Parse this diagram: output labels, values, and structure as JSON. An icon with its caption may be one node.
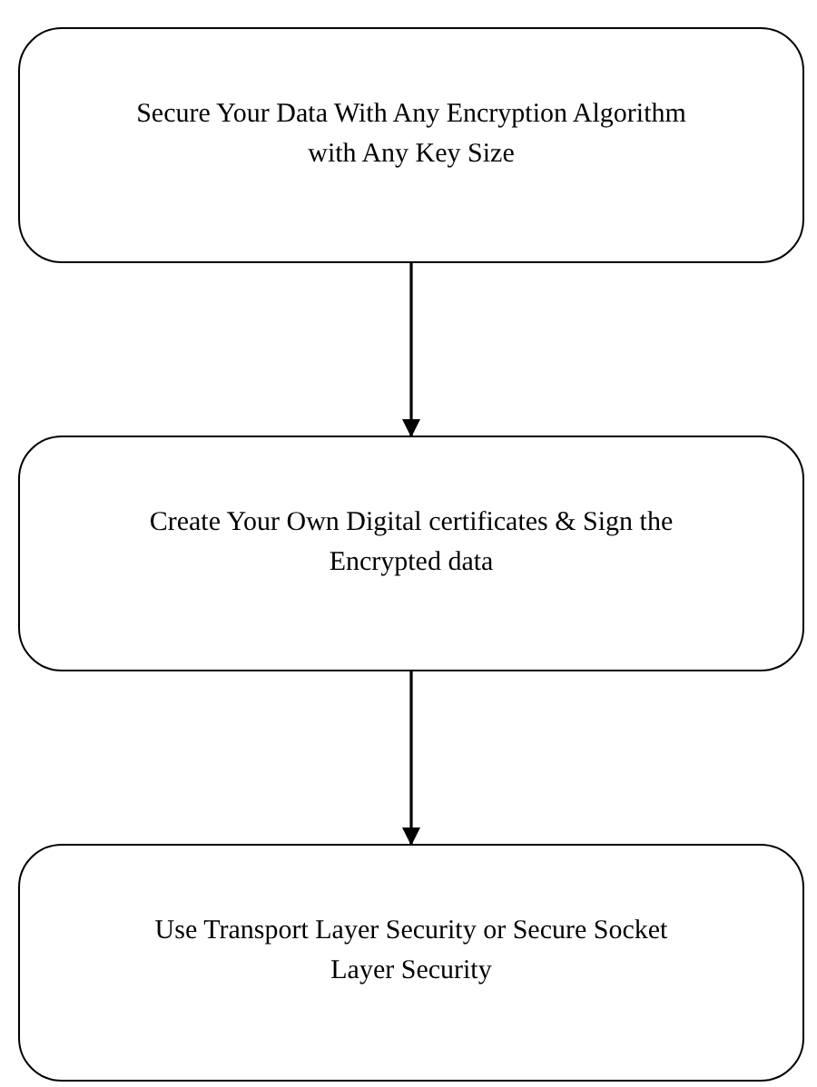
{
  "diagram": {
    "nodes": [
      {
        "text": [
          "Secure Your Data With Any Encryption Algorithm with Any Key Size"
        ]
      },
      {
        "text": [
          "Create Your Own Digital certificates & Sign the Encrypted data"
        ]
      },
      {
        "text": [
          "Use Transport Layer Security or Secure Socket Layer Security"
        ]
      }
    ],
    "edges": [
      {
        "from": 0,
        "to": 1,
        "arrow": "to"
      },
      {
        "from": 1,
        "to": 2,
        "arrow": "to"
      }
    ]
  }
}
